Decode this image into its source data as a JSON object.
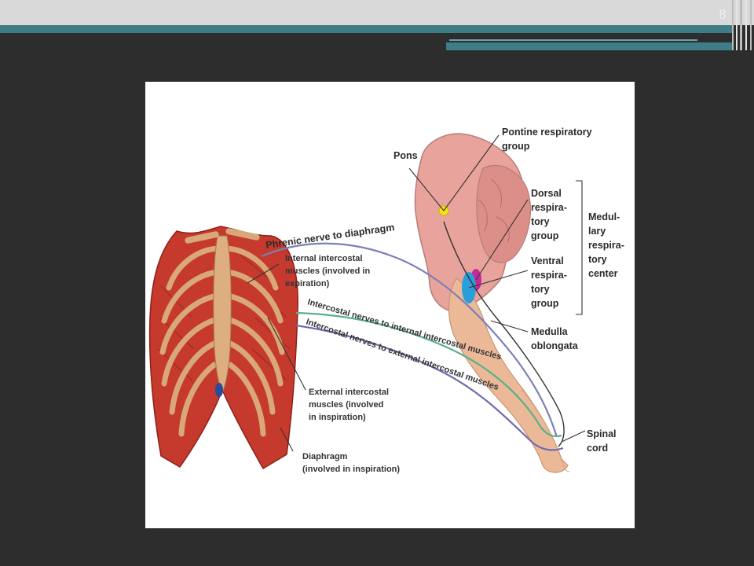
{
  "slide": {
    "number": "8"
  },
  "diagram": {
    "labels": {
      "pons": "Pons",
      "pontine_1": "Pontine respiratory",
      "pontine_2": "group",
      "dorsal_1": "Dorsal",
      "dorsal_2": "respira-",
      "dorsal_3": "tory",
      "dorsal_4": "group",
      "ventral_1": "Ventral",
      "ventral_2": "respira-",
      "ventral_3": "tory",
      "ventral_4": "group",
      "medullary_1": "Medul-",
      "medullary_2": "lary",
      "medullary_3": "respira-",
      "medullary_4": "tory",
      "medullary_5": "center",
      "medulla_1": "Medulla",
      "medulla_2": "oblongata",
      "spinal_1": "Spinal",
      "spinal_2": "cord",
      "phrenic": "Phrenic nerve to diaphragm",
      "internal_1": "Internal intercostal",
      "internal_2": "muscles (involved in",
      "internal_3": "expiration)",
      "nerve_internal": "Intercostal nerves to internal intercostal muscles",
      "nerve_external": "Intercostal nerves to external intercostal muscles",
      "external_1": "External intercostal",
      "external_2": "muscles (involved",
      "external_3": "in inspiration)",
      "diaphragm_1": "Diaphragm",
      "diaphragm_2": "(involved in inspiration)"
    },
    "colors": {
      "brain": "#e8a39c",
      "rib": "#d9a878",
      "muscle": "#c63a2e",
      "phrenic_nerve": "#7c7fb8",
      "internal_nerve": "#58b08a",
      "external_nerve": "#6d6db0",
      "pontine_group": "#f2e21a",
      "dorsal_group": "#c6289a",
      "ventral_group": "#2a9ed8"
    }
  }
}
